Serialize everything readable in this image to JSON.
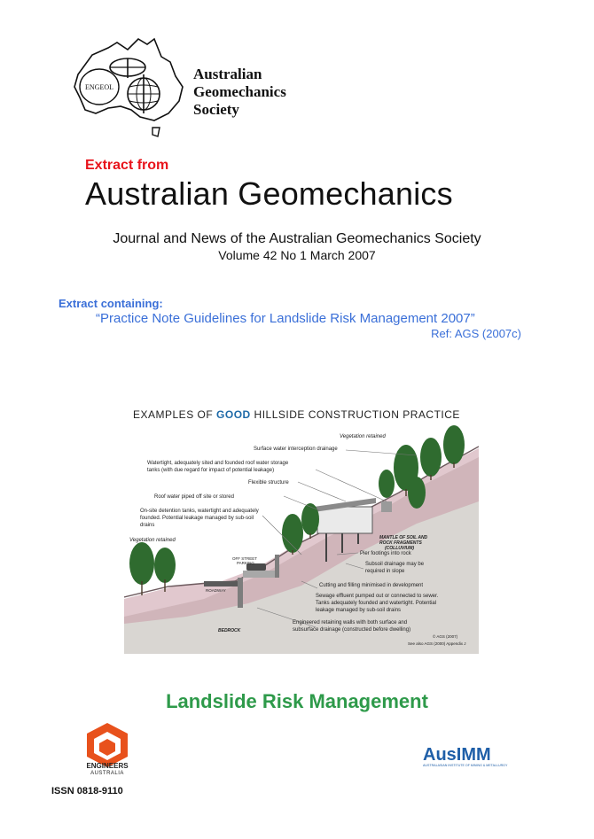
{
  "society": {
    "name_lines": [
      "Australian",
      "Geomechanics",
      "Society"
    ],
    "logo_lettering": "ENGEOL"
  },
  "extract_from": "Extract from",
  "journal": {
    "title": "Australian Geomechanics",
    "subtitle": "Journal and News of the Australian Geomechanics Society",
    "issue": "Volume 42 No 1 March 2007"
  },
  "extract": {
    "containing_label": "Extract containing:",
    "document_title": "“Practice Note Guidelines for Landslide Risk Management 2007”",
    "ref": "Ref: AGS (2007c)"
  },
  "diagram": {
    "title_before": "EXAMPLES OF ",
    "title_highlight": "GOOD",
    "title_after": " HILLSIDE CONSTRUCTION PRACTICE",
    "labels": {
      "vegetation_retained_top": "Vegetation retained",
      "surface_water": "Surface water interception drainage",
      "watertight_1": "Watertight, adequately sited and founded roof water storage",
      "watertight_2": "tanks (with due regard for impact of potential leakage)",
      "flexible": "Flexible structure",
      "roof_water": "Roof water piped off site or stored",
      "onsite_1": "On-site detention tanks, watertight and adequately",
      "onsite_2": "founded.  Potential leakage managed by sub-soil",
      "onsite_3": "drains",
      "vegetation_retained_left": "Vegetation retained",
      "off_street_1": "OFF STREET",
      "off_street_2": "PARKING",
      "mantle_1": "MANTLE OF SOIL AND",
      "mantle_2": "ROCK FRAGMENTS",
      "mantle_3": "(COLLUVIUM)",
      "pier": "Pier footings into rock",
      "subsoil_1": "Subsoil drainage may be",
      "subsoil_2": "required in slope",
      "cutting": "Cutting and filling minimised in development",
      "roadway": "ROADWAY",
      "sewage_1": "Sewage effluent pumped out or connected to sewer.",
      "sewage_2": "Tanks adequately founded and watertight.  Potential",
      "sewage_3": "leakage managed by sub-soil drains",
      "bedrock": "BEDROCK",
      "engineered_1": "Engineered retaining walls with both surface and",
      "engineered_2": "subsurface drainage (constructed before dwelling)",
      "copyright": "© AGS (2007)",
      "see_also": "See also AGS (2000) Appendix J"
    }
  },
  "landslide_title": "Landslide Risk Management",
  "engineers_australia": {
    "name": "ENGINEERS",
    "sub": "AUSTRALIA"
  },
  "ausimm": {
    "name": "AusIMM",
    "tagline": "AUSTRALASIAN INSTITUTE OF MINING & METALLURGY"
  },
  "issn": "ISSN 0818-9110",
  "colors": {
    "red": "#e8141c",
    "blue_text": "#3a6fd8",
    "green_title": "#2e9a4a",
    "good_blue": "#1e6aa8",
    "ea_orange": "#e8511c",
    "ausimm_blue": "#1f5fa8"
  }
}
